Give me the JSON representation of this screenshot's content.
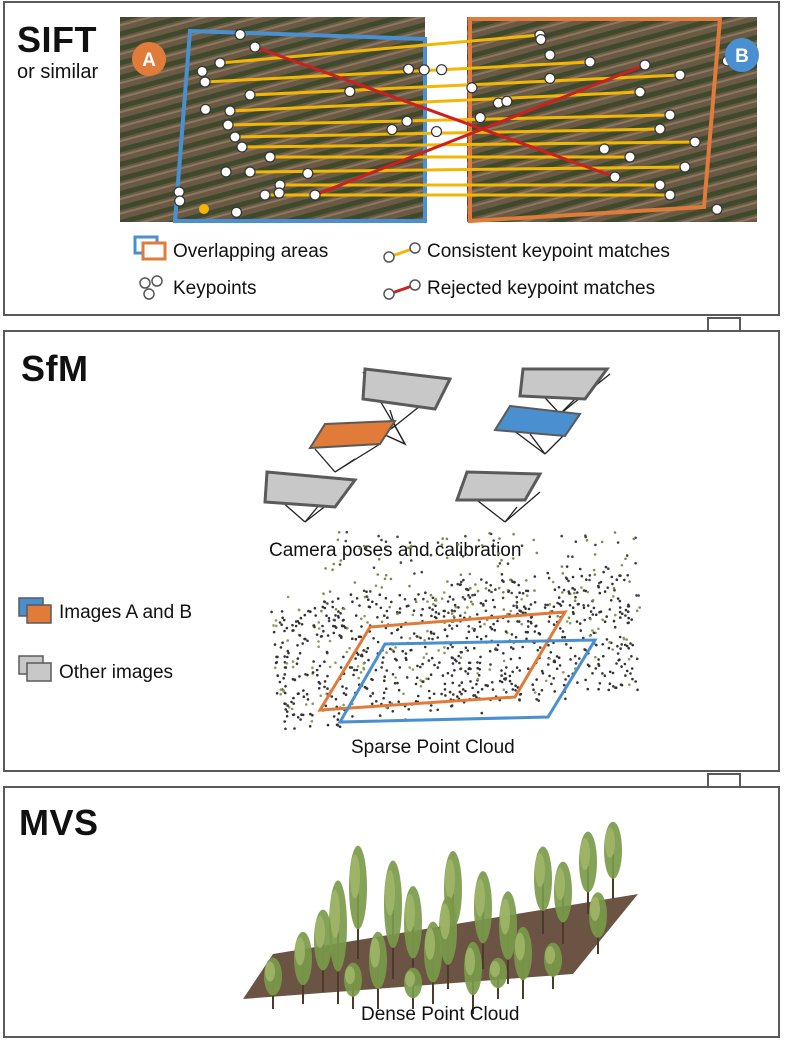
{
  "sift": {
    "title": "SIFT",
    "subtitle": "or similar",
    "badge_a": "A",
    "badge_b": "B",
    "legend": {
      "overlapping": "Overlapping areas",
      "keypoints": "Keypoints",
      "consistent": "Consistent keypoint matches",
      "rejected": "Rejected keypoint matches"
    }
  },
  "sfm": {
    "title": "SfM",
    "camera_caption": "Camera poses and calibration",
    "images_ab": "Images A and B",
    "other_images": "Other images",
    "sparse_caption": "Sparse Point Cloud"
  },
  "mvs": {
    "title": "MVS",
    "dense_caption": "Dense Point Cloud"
  },
  "colors": {
    "image_a": "#e07b39",
    "image_b": "#4a90d0",
    "consistent_match": "#f2b705",
    "rejected_match": "#cc1f1f",
    "other_camera": "#c8c8c8",
    "border": "#5a5a5a"
  }
}
